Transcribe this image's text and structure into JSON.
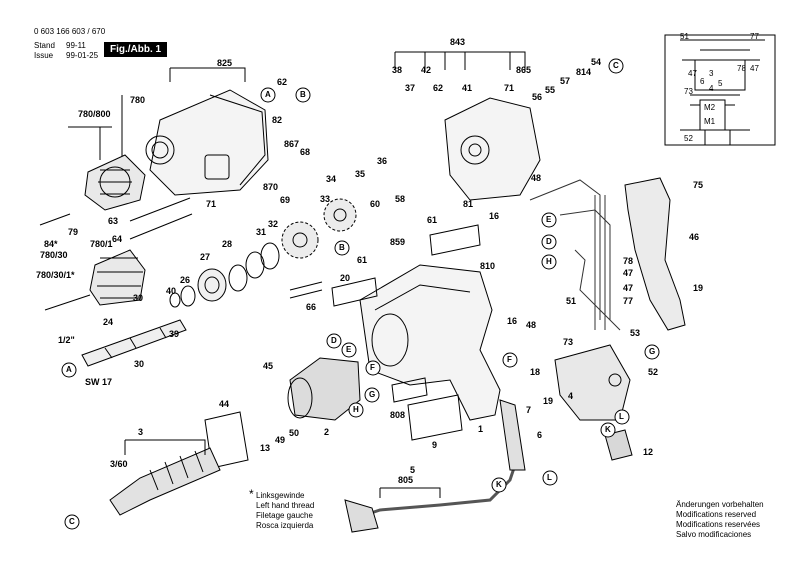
{
  "header": {
    "doc_number": "0 603 166 603 / 670",
    "stand_label": "Stand",
    "stand_value": "99-11",
    "issue_label": "Issue",
    "issue_value": "99-01-25",
    "figure_title": "Fig./Abb. 1"
  },
  "part_labels": [
    {
      "id": "825",
      "text": "825"
    },
    {
      "id": "62a",
      "text": "62"
    },
    {
      "id": "82",
      "text": "82"
    },
    {
      "id": "780",
      "text": "780"
    },
    {
      "id": "780-800",
      "text": "780/800"
    },
    {
      "id": "867",
      "text": "867"
    },
    {
      "id": "68",
      "text": "68"
    },
    {
      "id": "870",
      "text": "870"
    },
    {
      "id": "71a",
      "text": "71"
    },
    {
      "id": "69",
      "text": "69"
    },
    {
      "id": "33",
      "text": "33"
    },
    {
      "id": "63",
      "text": "63"
    },
    {
      "id": "64",
      "text": "64"
    },
    {
      "id": "79",
      "text": "79"
    },
    {
      "id": "84",
      "text": "84*"
    },
    {
      "id": "780-30",
      "text": "780/30"
    },
    {
      "id": "780-1",
      "text": "780/1"
    },
    {
      "id": "780-30-1",
      "text": "780/30/1*"
    },
    {
      "id": "27",
      "text": "27"
    },
    {
      "id": "28",
      "text": "28"
    },
    {
      "id": "31",
      "text": "31"
    },
    {
      "id": "32",
      "text": "32"
    },
    {
      "id": "26",
      "text": "26"
    },
    {
      "id": "40",
      "text": "40"
    },
    {
      "id": "30a",
      "text": "30"
    },
    {
      "id": "39",
      "text": "39"
    },
    {
      "id": "24",
      "text": "24"
    },
    {
      "id": "1-2",
      "text": "1/2\""
    },
    {
      "id": "30b",
      "text": "30"
    },
    {
      "id": "sw17",
      "text": "SW 17"
    },
    {
      "id": "843",
      "text": "843"
    },
    {
      "id": "38",
      "text": "38"
    },
    {
      "id": "42",
      "text": "42"
    },
    {
      "id": "62b",
      "text": "62"
    },
    {
      "id": "37",
      "text": "37"
    },
    {
      "id": "865",
      "text": "865"
    },
    {
      "id": "41",
      "text": "41"
    },
    {
      "id": "71b",
      "text": "71"
    },
    {
      "id": "56",
      "text": "56"
    },
    {
      "id": "55",
      "text": "55"
    },
    {
      "id": "57",
      "text": "57"
    },
    {
      "id": "814",
      "text": "814"
    },
    {
      "id": "54",
      "text": "54"
    },
    {
      "id": "36",
      "text": "36"
    },
    {
      "id": "34",
      "text": "34"
    },
    {
      "id": "35",
      "text": "35"
    },
    {
      "id": "60",
      "text": "60"
    },
    {
      "id": "58",
      "text": "58"
    },
    {
      "id": "61a",
      "text": "61"
    },
    {
      "id": "61b",
      "text": "61"
    },
    {
      "id": "859",
      "text": "859"
    },
    {
      "id": "48a",
      "text": "48"
    },
    {
      "id": "81",
      "text": "81"
    },
    {
      "id": "16a",
      "text": "16"
    },
    {
      "id": "66",
      "text": "66"
    },
    {
      "id": "20",
      "text": "20"
    },
    {
      "id": "810",
      "text": "810"
    },
    {
      "id": "16b",
      "text": "16"
    },
    {
      "id": "48b",
      "text": "48"
    },
    {
      "id": "78",
      "text": "78"
    },
    {
      "id": "47a",
      "text": "47"
    },
    {
      "id": "47b",
      "text": "47"
    },
    {
      "id": "51",
      "text": "51"
    },
    {
      "id": "77",
      "text": "77"
    },
    {
      "id": "75",
      "text": "75"
    },
    {
      "id": "46",
      "text": "46"
    },
    {
      "id": "19a",
      "text": "19"
    },
    {
      "id": "53",
      "text": "53"
    },
    {
      "id": "73",
      "text": "73"
    },
    {
      "id": "52",
      "text": "52"
    },
    {
      "id": "18",
      "text": "18"
    },
    {
      "id": "19b",
      "text": "19"
    },
    {
      "id": "4",
      "text": "4"
    },
    {
      "id": "7",
      "text": "7"
    },
    {
      "id": "6",
      "text": "6"
    },
    {
      "id": "12",
      "text": "12"
    },
    {
      "id": "45",
      "text": "45"
    },
    {
      "id": "44",
      "text": "44"
    },
    {
      "id": "13",
      "text": "13"
    },
    {
      "id": "49",
      "text": "49"
    },
    {
      "id": "50",
      "text": "50"
    },
    {
      "id": "2",
      "text": "2"
    },
    {
      "id": "808",
      "text": "808"
    },
    {
      "id": "9",
      "text": "9"
    },
    {
      "id": "1",
      "text": "1"
    },
    {
      "id": "3",
      "text": "3"
    },
    {
      "id": "3-60",
      "text": "3/60"
    },
    {
      "id": "5",
      "text": "5"
    },
    {
      "id": "805",
      "text": "805"
    }
  ],
  "circle_labels": [
    {
      "id": "A1",
      "text": "A"
    },
    {
      "id": "B1",
      "text": "B"
    },
    {
      "id": "C1",
      "text": "C"
    },
    {
      "id": "E1",
      "text": "E"
    },
    {
      "id": "D1",
      "text": "D"
    },
    {
      "id": "H1",
      "text": "H"
    },
    {
      "id": "B2",
      "text": "B"
    },
    {
      "id": "A2",
      "text": "A"
    },
    {
      "id": "D2",
      "text": "D"
    },
    {
      "id": "E2",
      "text": "E"
    },
    {
      "id": "F1",
      "text": "F"
    },
    {
      "id": "G1",
      "text": "G"
    },
    {
      "id": "H2",
      "text": "H"
    },
    {
      "id": "F2",
      "text": "F"
    },
    {
      "id": "G2",
      "text": "G"
    },
    {
      "id": "L1",
      "text": "L"
    },
    {
      "id": "K1",
      "text": "K"
    },
    {
      "id": "K2",
      "text": "K"
    },
    {
      "id": "L2",
      "text": "L"
    },
    {
      "id": "C2",
      "text": "C"
    }
  ],
  "schematic": {
    "labels": [
      "51",
      "77",
      "47",
      "6",
      "3",
      "78",
      "47",
      "73",
      "4",
      "5",
      "M2",
      "M1",
      "52"
    ]
  },
  "footnote": {
    "marker": "*",
    "lines": [
      "Linksgewinde",
      "Left hand thread",
      "Filetage gauche",
      "Rosca izquierda"
    ]
  },
  "modifications": {
    "lines": [
      "Änderungen vorbehalten",
      "Modifications reserved",
      "Modifications reservées",
      "Salvo modificaciones"
    ]
  }
}
